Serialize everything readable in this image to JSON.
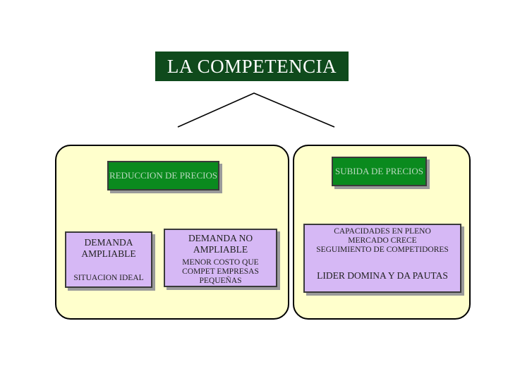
{
  "title": "LA COMPETENCIA",
  "left": {
    "header": "REDUCCION DE PRECIOS",
    "box1": {
      "line1": "DEMANDA AMPLIABLE",
      "line2": "SITUACION IDEAL"
    },
    "box2": {
      "line1": "DEMANDA NO AMPLIABLE",
      "line2": "MENOR COSTO QUE COMPET EMPRESAS PEQUEÑAS"
    }
  },
  "right": {
    "header": "SUBIDA DE PRECIOS",
    "box": {
      "line1": "CAPACIDADES EN PLENO",
      "line2": "MERCADO CRECE",
      "line3": "SEGUIMIENTO DE COMPETIDORES",
      "line4": "LIDER DOMINA Y DA PAUTAS"
    }
  },
  "colors": {
    "title_bg": "#0f4a1c",
    "panel_bg": "#ffffcc",
    "box_purple": "#d6b8f5",
    "box_green": "#0a8a1e"
  }
}
